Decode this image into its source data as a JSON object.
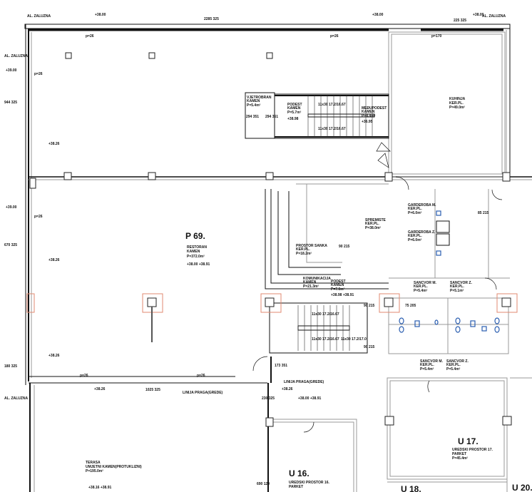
{
  "drawing": {
    "top_labels": {
      "left": "AL. ZALUZNA",
      "right": "AL. ZALUZNA",
      "elev_1": "+38.00",
      "elev_2": "+38.00",
      "elev_3": "+38.00",
      "dim_top": "2285 325",
      "dim_right": "225 325"
    },
    "left_labels": {
      "al": "AL. ZALUZNA",
      "al2": "AL. ZALUZNA",
      "elev_a": "+39.00",
      "elev_b": "+39.00",
      "dim_a": "944 325",
      "dim_b": "670 325",
      "dim_c": "180 325",
      "p26a": "p=26",
      "p26b": "p=26"
    },
    "parapets": {
      "p1": "p=26",
      "p2": "p=26",
      "p3": "p=170",
      "p4": "p=26",
      "p5": "p=26"
    },
    "elevations": {
      "e1": "+38.26",
      "e2": "+38.26",
      "e3": "+38.26",
      "e4": "+38.26",
      "e5": "+38.26"
    },
    "rooms": {
      "restoran": {
        "code": "P 69.",
        "name": "RESTORAN",
        "floor": "KAMEN",
        "area": "P=372.0m²",
        "elev": "+38.00 +38.91"
      },
      "kuhinja": {
        "name": "KUHINJA",
        "floor": "KER.PL.",
        "area": "P=49.0m²"
      },
      "vjetrobran": {
        "name": "VJETROBRAN",
        "floor": "KAMEN",
        "area": "P=5.4m²"
      },
      "podest": {
        "name": "PODEST",
        "floor": "KAMEN",
        "area": "P=5.7m²",
        "elev": "+38.98"
      },
      "medjupodest": {
        "name": "MEĐUPODEST",
        "floor": "KAMEN",
        "area": "P=4.4m²",
        "elev": "+36.95"
      },
      "spremiste": {
        "name": "SPREMISTE",
        "floor": "KER.PL.",
        "area": "P=38.0m²"
      },
      "garderoba_m": {
        "name": "GARDEROBA M.",
        "floor": "KER.PL.",
        "area": "P=6.0m²"
      },
      "garderoba_z": {
        "name": "GARDEROBA Z.",
        "floor": "KER.PL.",
        "area": "P=6.0m²"
      },
      "prostor_sanka": {
        "name": "PROSTOR SANKA",
        "floor": "KER.PL.",
        "area": "P=18.2m²"
      },
      "komunikacija": {
        "name": "KOMUNIKACIJA",
        "floor": "KAMEN",
        "area": "P=21.3m²"
      },
      "podest2": {
        "name": "PODEST",
        "floor": "KAMEN",
        "area": "P=7.0m²",
        "elev": "+38.98 +38.91"
      },
      "sanc_m1": {
        "name": "SANCVOR M.",
        "floor": "KER.PL.",
        "area": "P=5.4m²"
      },
      "sanc_z1": {
        "name": "SANCVOR Z.",
        "floor": "KER.PL.",
        "area": "P=5.1m²"
      },
      "sanc_m2": {
        "name": "SANCVOR M.",
        "floor": "KER.PL.",
        "area": "P=5.4m²"
      },
      "sanc_z2": {
        "name": "SANCVOR Z.",
        "floor": "KER.PL.",
        "area": "P=5.4m²"
      },
      "terasa": {
        "name": "TERASA",
        "floor": "UMJETNI KAMEN(PROTUKLIZNI)",
        "area": "P=195.0m²",
        "elev": "+38.16 +38.91"
      },
      "u16": {
        "code": "U 16.",
        "name": "UREDSKI PROSTOR 16.",
        "floor": "PARKET"
      },
      "u17": {
        "code": "U 17.",
        "name": "UREDSKI PROSTOR 17.",
        "floor": "PARKET",
        "area": "P=45.4m²"
      },
      "u18": {
        "code": "U 18."
      },
      "u20": {
        "code": "U 20."
      }
    },
    "stairs": {
      "upper_a": "11x30 17.2/16.67",
      "upper_b": "11x30 17.2/16.67",
      "lower_a": "11x30 17.2/16.67",
      "lower_b": "11x30 17.2/16.67",
      "lower_c": "11x30 17.2/17.0"
    },
    "doors": {
      "d1": "294 351",
      "d2": "294 351",
      "d3": "90 215",
      "d4": "75 205",
      "d5": "85 215",
      "d6": "173 351",
      "d7": "230 325",
      "d8": "90 215",
      "d9": "90 215"
    },
    "misc": {
      "linija_1": "LINIJA PRAGA(GREDE)",
      "linija_2": "LINIJA PRAGA(GREDE)",
      "dim_mid": "1025 325",
      "dim_low": "690 120",
      "elev_mid": "+38.00 +38.91"
    }
  }
}
